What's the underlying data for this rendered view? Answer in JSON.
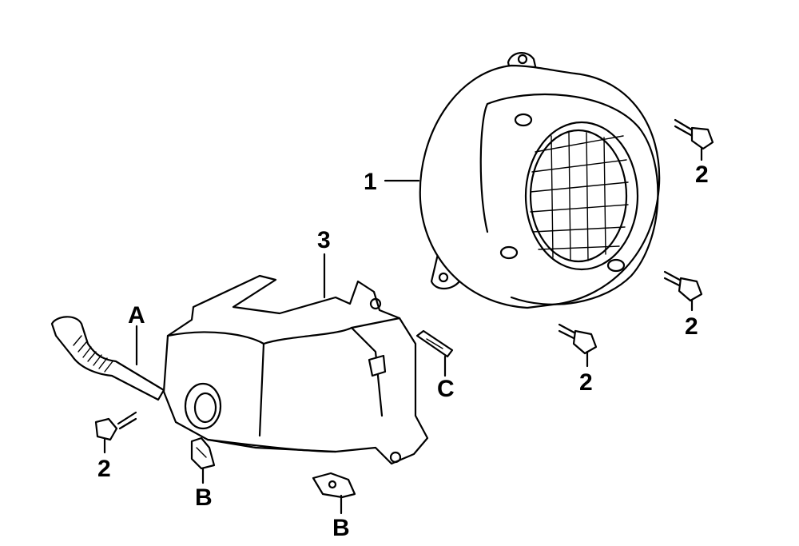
{
  "callouts": {
    "fan_cover": "1",
    "bolt_1": "2",
    "bolt_2": "2",
    "bolt_3": "2",
    "bolt_4": "2",
    "shroud": "3",
    "hose": "A",
    "clip_1": "B",
    "clip_2": "B",
    "clip_3": "C"
  },
  "colors": {
    "line": "#000000",
    "background": "#ffffff"
  }
}
